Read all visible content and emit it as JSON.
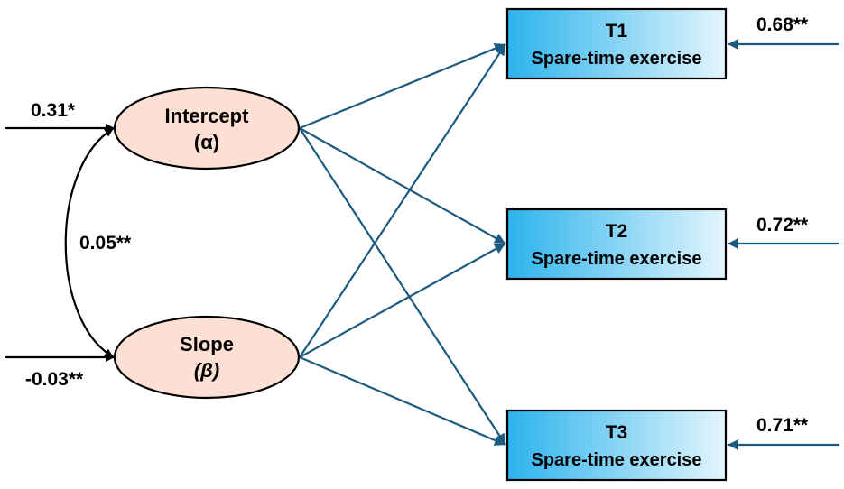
{
  "colors": {
    "latent_fill": "#fbe0d3",
    "box_fill_start": "#2cb3ec",
    "box_fill_end": "#e3f5fd",
    "path_line": "#1d5a80",
    "outline": "#000000"
  },
  "latent": {
    "intercept": {
      "name": "Intercept",
      "symbol": "(α)",
      "input_label": "0.31*"
    },
    "slope": {
      "name": "Slope",
      "symbol": "(β)",
      "input_label": "-0.03**"
    },
    "covariance_label": "0.05**"
  },
  "observed": [
    {
      "title": "T1",
      "subtitle": "Spare-time exercise",
      "error_label": "0.68**"
    },
    {
      "title": "T2",
      "subtitle": "Spare-time exercise",
      "error_label": "0.72**"
    },
    {
      "title": "T3",
      "subtitle": "Spare-time exercise",
      "error_label": "0.71**"
    }
  ]
}
